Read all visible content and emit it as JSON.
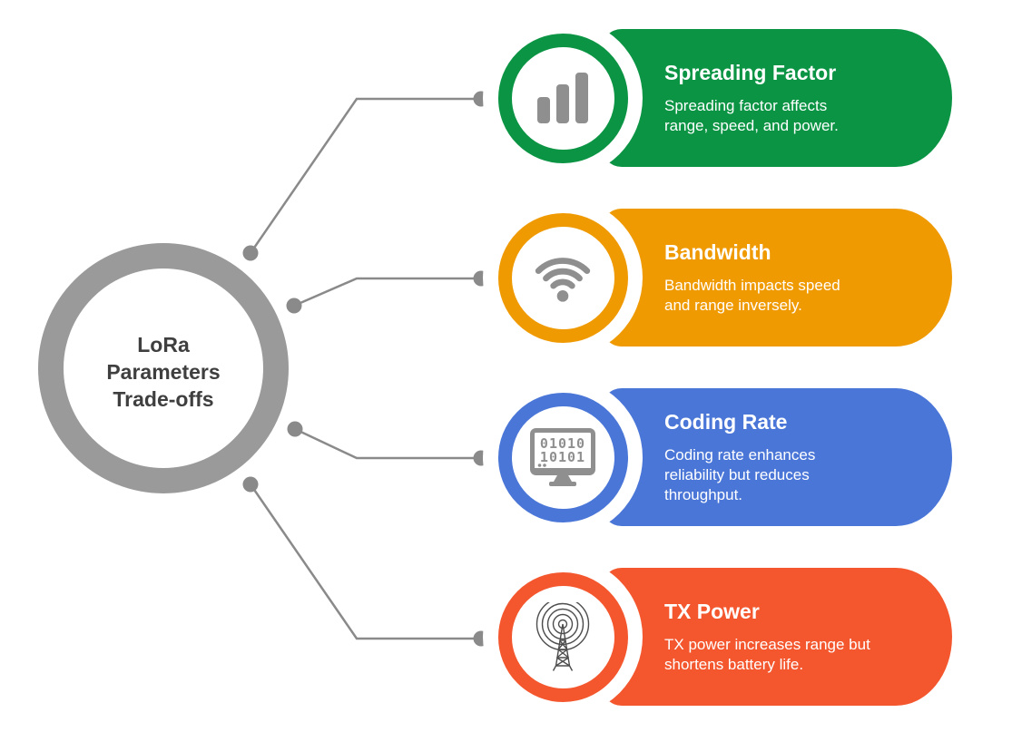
{
  "center": {
    "label": "LoRa Parameters Trade-offs",
    "lines": [
      "LoRa",
      "Parameters",
      "Trade-offs"
    ]
  },
  "cards": [
    {
      "id": "spreading-factor",
      "title": "Spreading Factor",
      "description": "Spreading factor affects range, speed, and power.",
      "description_lines": [
        "Spreading factor affects",
        "range, speed, and power."
      ],
      "color": "#0B9444",
      "icon": "bar-chart-icon"
    },
    {
      "id": "bandwidth",
      "title": "Bandwidth",
      "description": "Bandwidth impacts speed and range inversely.",
      "description_lines": [
        "Bandwidth impacts speed",
        "and range inversely."
      ],
      "color": "#F09A02",
      "icon": "wifi-icon"
    },
    {
      "id": "coding-rate",
      "title": "Coding Rate",
      "description": "Coding rate enhances reliability but reduces throughput.",
      "description_lines": [
        "Coding rate enhances",
        "reliability but reduces",
        "throughput."
      ],
      "color": "#4A76D8",
      "icon": "binary-monitor-icon",
      "icon_text_lines": [
        "01010",
        "10101"
      ]
    },
    {
      "id": "tx-power",
      "title": "TX Power",
      "description": "TX power increases range but shortens battery life.",
      "description_lines": [
        "TX power increases range but",
        "shortens battery life."
      ],
      "color": "#F4572E",
      "icon": "antenna-tower-icon"
    }
  ],
  "colors": {
    "green": "#0B9444",
    "orange": "#F09A02",
    "blue": "#4A76D8",
    "red_orange": "#F4572E",
    "connector": "#8A8A8A",
    "center_ring": "#9A9A9A",
    "icon_gray": "#8F8F8F",
    "center_text": "#3F3F3F",
    "card_text": "#FFFFFF",
    "background": "#FFFFFF"
  }
}
